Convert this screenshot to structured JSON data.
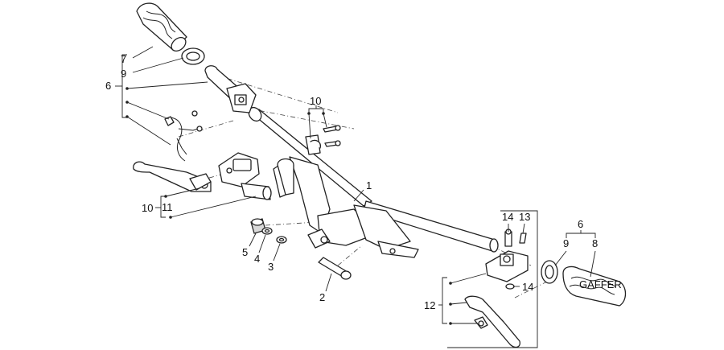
{
  "callouts": {
    "c1": "1",
    "c2": "2",
    "c3": "3",
    "c4": "4",
    "c5": "5",
    "c6_left": "6",
    "c7": "7",
    "c9_left": "9",
    "c10_top": "10",
    "c10_left": "10",
    "c11": "11",
    "c12": "12",
    "c13": "13",
    "c14_top": "14",
    "c14_low": "14",
    "c6_right": "6",
    "c9_right": "9",
    "c8": "8"
  },
  "grip_logo": "GAFFER"
}
